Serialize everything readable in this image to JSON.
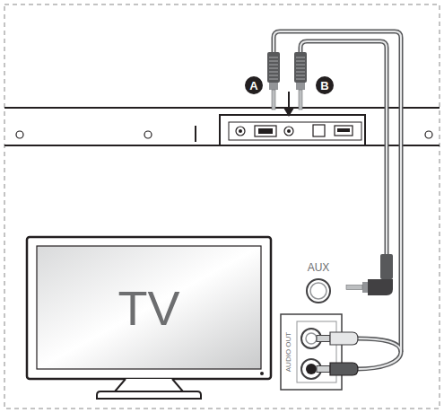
{
  "diagram": {
    "nodes": [
      {
        "text": [
          "A"
        ]
      },
      {
        "text": [
          "B"
        ]
      },
      {
        "text": [
          "TV"
        ]
      }
    ],
    "labels": [
      "AUX",
      "AUDIO OUT"
    ]
  }
}
